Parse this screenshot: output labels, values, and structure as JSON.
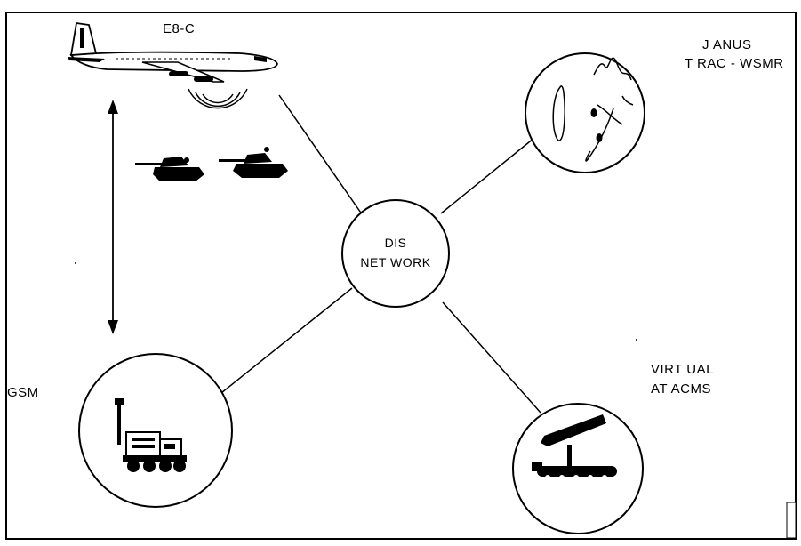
{
  "nodes": {
    "e8c": {
      "label": "E8-C"
    },
    "janus": {
      "label_line1": "J ANUS",
      "label_line2": "T RAC - WSMR"
    },
    "dis_network": {
      "label_line1": "DIS",
      "label_line2": "NET WORK"
    },
    "gsm": {
      "label": "GSM"
    },
    "virtual_atacms": {
      "label_line1": "VIRT UAL",
      "label_line2": "AT ACMS"
    }
  },
  "connections": [
    {
      "from": "dis_network",
      "to": "e8c"
    },
    {
      "from": "dis_network",
      "to": "janus"
    },
    {
      "from": "dis_network",
      "to": "gsm"
    },
    {
      "from": "dis_network",
      "to": "virtual_atacms"
    }
  ],
  "icons": [
    "aircraft-icon",
    "radar-signal-icon",
    "tank-icon",
    "tank-icon",
    "map-sketch-icon",
    "truck-antenna-icon",
    "rocket-launcher-icon"
  ]
}
